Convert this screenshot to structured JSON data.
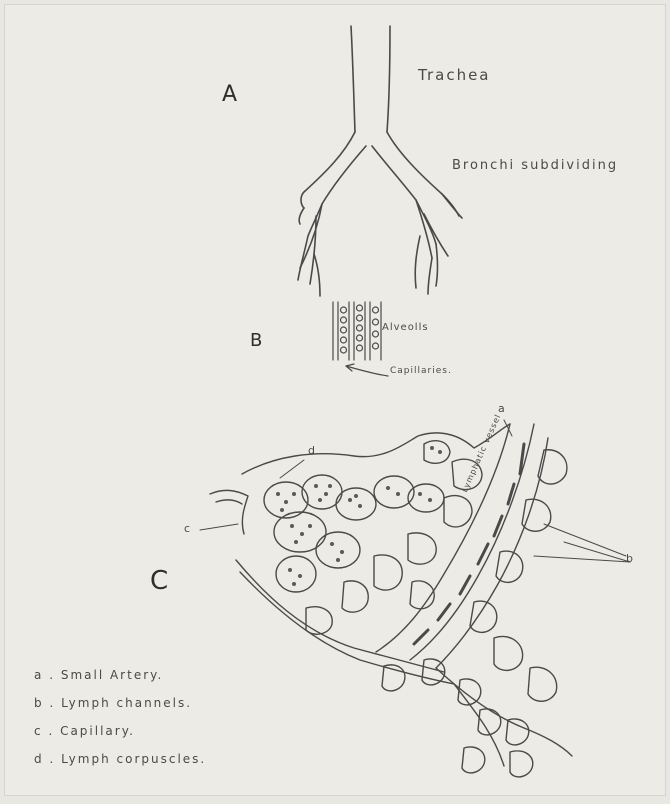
{
  "figures": {
    "a": {
      "letter": "A",
      "labels": {
        "trachea": "Trachea",
        "bronchi": "Bronchi subdividing"
      }
    },
    "b": {
      "letter": "B",
      "labels": {
        "alveoli": "Alveolls",
        "capillaries": "Capillaries."
      }
    },
    "c": {
      "letter": "C",
      "callouts": {
        "a": "a",
        "b": "b",
        "c": "c",
        "d": "d"
      },
      "vessel_text": "Lymphatic vessel"
    }
  },
  "legend": [
    {
      "key": "a",
      "text": "Small Artery."
    },
    {
      "key": "b",
      "text": "Lymph channels."
    },
    {
      "key": "c",
      "text": "Capillary."
    },
    {
      "key": "d",
      "text": "Lymph corpuscles."
    }
  ],
  "colors": {
    "paper": "#ecebe6",
    "ink": "#4a4a4a"
  }
}
